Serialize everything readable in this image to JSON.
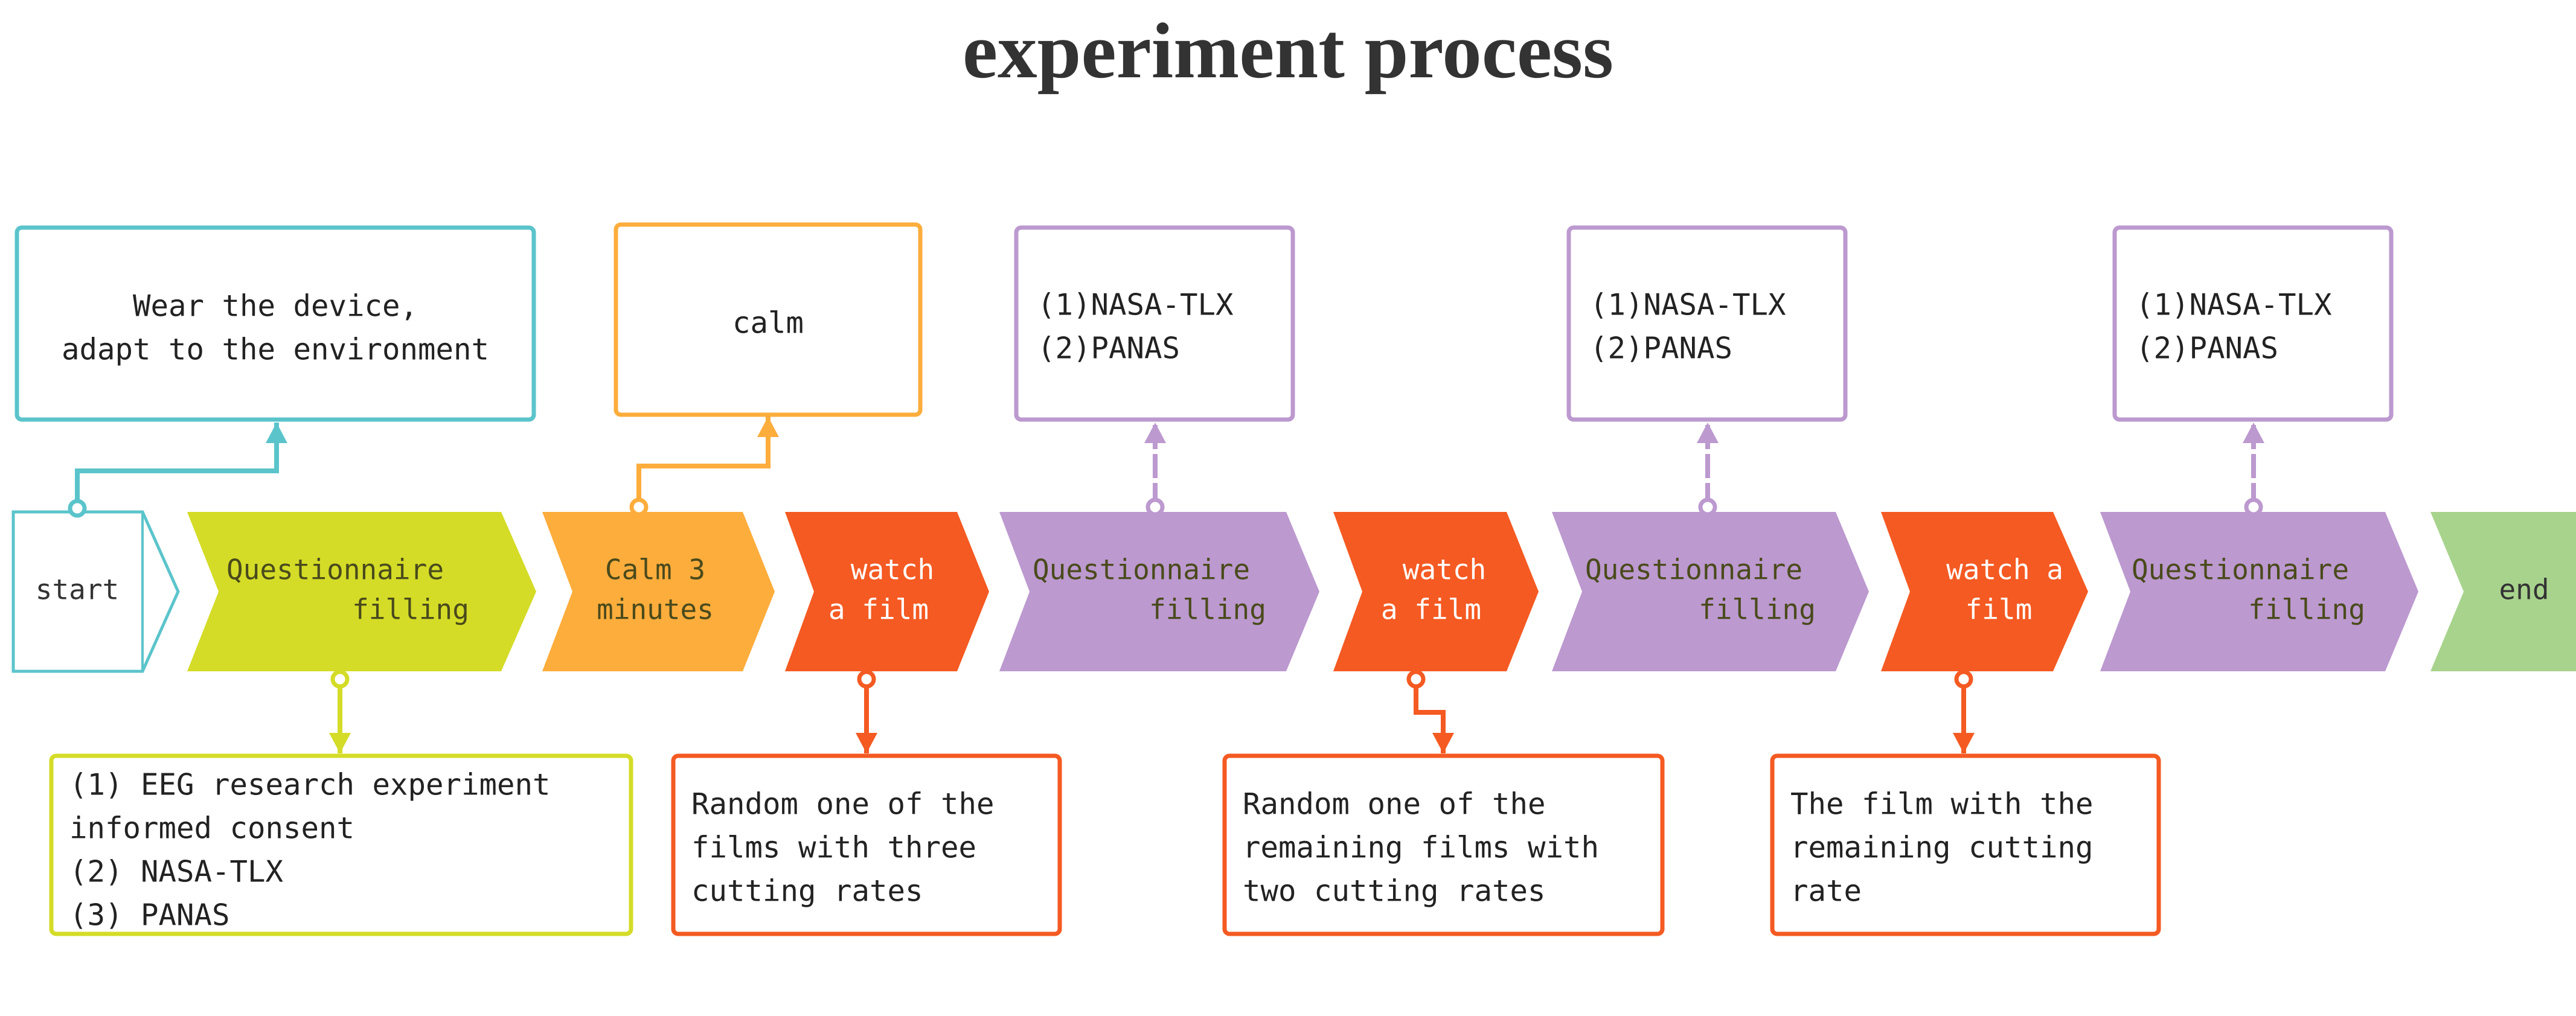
{
  "title": "experiment process",
  "colors": {
    "teal": "#5bc4cb",
    "lime": "#d4dc27",
    "orange": "#fdad3c",
    "red_orange": "#f45a22",
    "purple": "#bc99cf",
    "green": "#a8d38d",
    "step_text_dark": "#4a4a1c",
    "step_text_light": "#ffffff"
  },
  "steps": [
    {
      "id": "start",
      "lines": [
        "start"
      ],
      "color": "teal",
      "style": "outline"
    },
    {
      "id": "questionnaire-1",
      "lines": [
        "Questionnaire",
        "filling"
      ],
      "color": "lime"
    },
    {
      "id": "calm-3-minutes",
      "lines": [
        "Calm 3",
        "minutes"
      ],
      "color": "orange"
    },
    {
      "id": "watch-film-1",
      "lines": [
        "watch",
        "a film"
      ],
      "color": "red_orange"
    },
    {
      "id": "questionnaire-2",
      "lines": [
        "Questionnaire",
        "filling"
      ],
      "color": "purple"
    },
    {
      "id": "watch-film-2",
      "lines": [
        "watch",
        "a film"
      ],
      "color": "red_orange"
    },
    {
      "id": "questionnaire-3",
      "lines": [
        "Questionnaire",
        "filling"
      ],
      "color": "purple"
    },
    {
      "id": "watch-film-3",
      "lines": [
        "watch a",
        "film"
      ],
      "color": "red_orange"
    },
    {
      "id": "questionnaire-4",
      "lines": [
        "Questionnaire",
        "filling"
      ],
      "color": "purple"
    },
    {
      "id": "end",
      "lines": [
        "end"
      ],
      "color": "green"
    }
  ],
  "top_notes": [
    {
      "id": "wear-device",
      "lines": [
        "Wear the device,",
        "adapt to the environment"
      ],
      "color": "teal"
    },
    {
      "id": "calm",
      "lines": [
        "calm"
      ],
      "color": "orange"
    },
    {
      "id": "scales-1",
      "lines": [
        "(1)NASA-TLX",
        "(2)PANAS"
      ],
      "color": "purple"
    },
    {
      "id": "scales-2",
      "lines": [
        "(1)NASA-TLX",
        "(2)PANAS"
      ],
      "color": "purple"
    },
    {
      "id": "scales-3",
      "lines": [
        "(1)NASA-TLX",
        "(2)PANAS"
      ],
      "color": "purple"
    }
  ],
  "bottom_notes": [
    {
      "id": "consent",
      "lines": [
        "(1) EEG research experiment",
        "informed consent",
        "(2) NASA-TLX",
        "(3) PANAS"
      ],
      "color": "lime"
    },
    {
      "id": "film-three-rates",
      "lines": [
        "Random one of the",
        "films with three",
        "cutting rates"
      ],
      "color": "red_orange"
    },
    {
      "id": "film-two-rates",
      "lines": [
        "Random one of the",
        "remaining films with",
        "two cutting rates"
      ],
      "color": "red_orange"
    },
    {
      "id": "film-remaining-rate",
      "lines": [
        "The film with the",
        "remaining cutting",
        "rate"
      ],
      "color": "red_orange"
    }
  ]
}
